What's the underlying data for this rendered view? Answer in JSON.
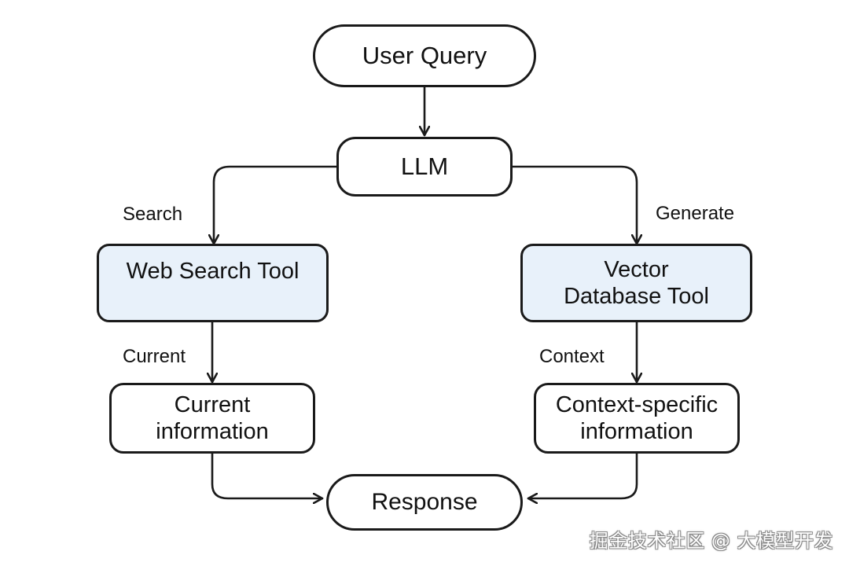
{
  "nodes": {
    "user_query": "User Query",
    "llm": "LLM",
    "web_search_tool": "Web Search Tool",
    "vector_database_tool": "Vector Database Tool",
    "current_information": "Current information",
    "context_specific_information": "Context-specific information",
    "response": "Response"
  },
  "edge_labels": {
    "search": "Search",
    "generate": "Generate",
    "current": "Current",
    "context": "Context"
  },
  "watermark": "掘金技术社区 @ 大模型开发",
  "colors": {
    "tool_fill": "#e8f1fa",
    "stroke": "#1a1a1a"
  }
}
